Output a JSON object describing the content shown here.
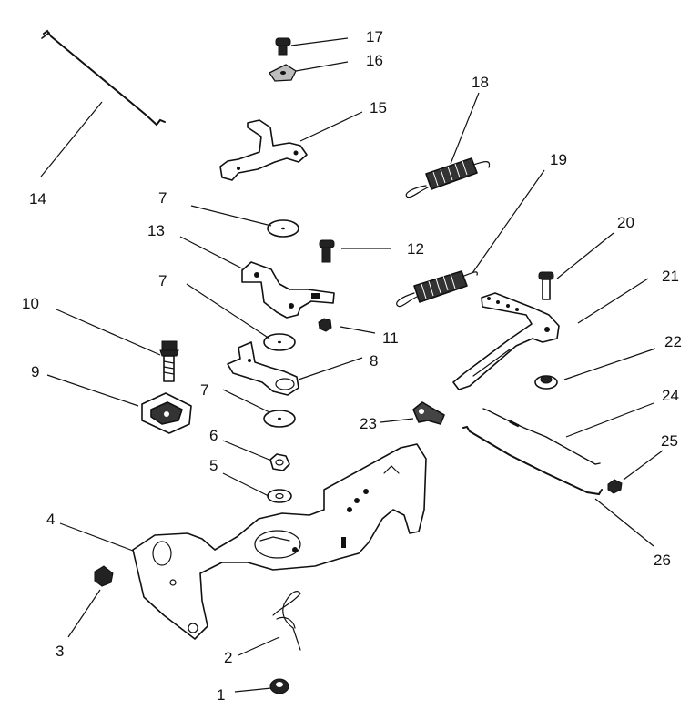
{
  "labels": [
    "1",
    "2",
    "3",
    "4",
    "5",
    "6",
    "7",
    "7",
    "7",
    "8",
    "9",
    "10",
    "11",
    "12",
    "13",
    "14",
    "15",
    "16",
    "17",
    "18",
    "19",
    "20",
    "21",
    "22",
    "23",
    "24",
    "25",
    "26"
  ]
}
